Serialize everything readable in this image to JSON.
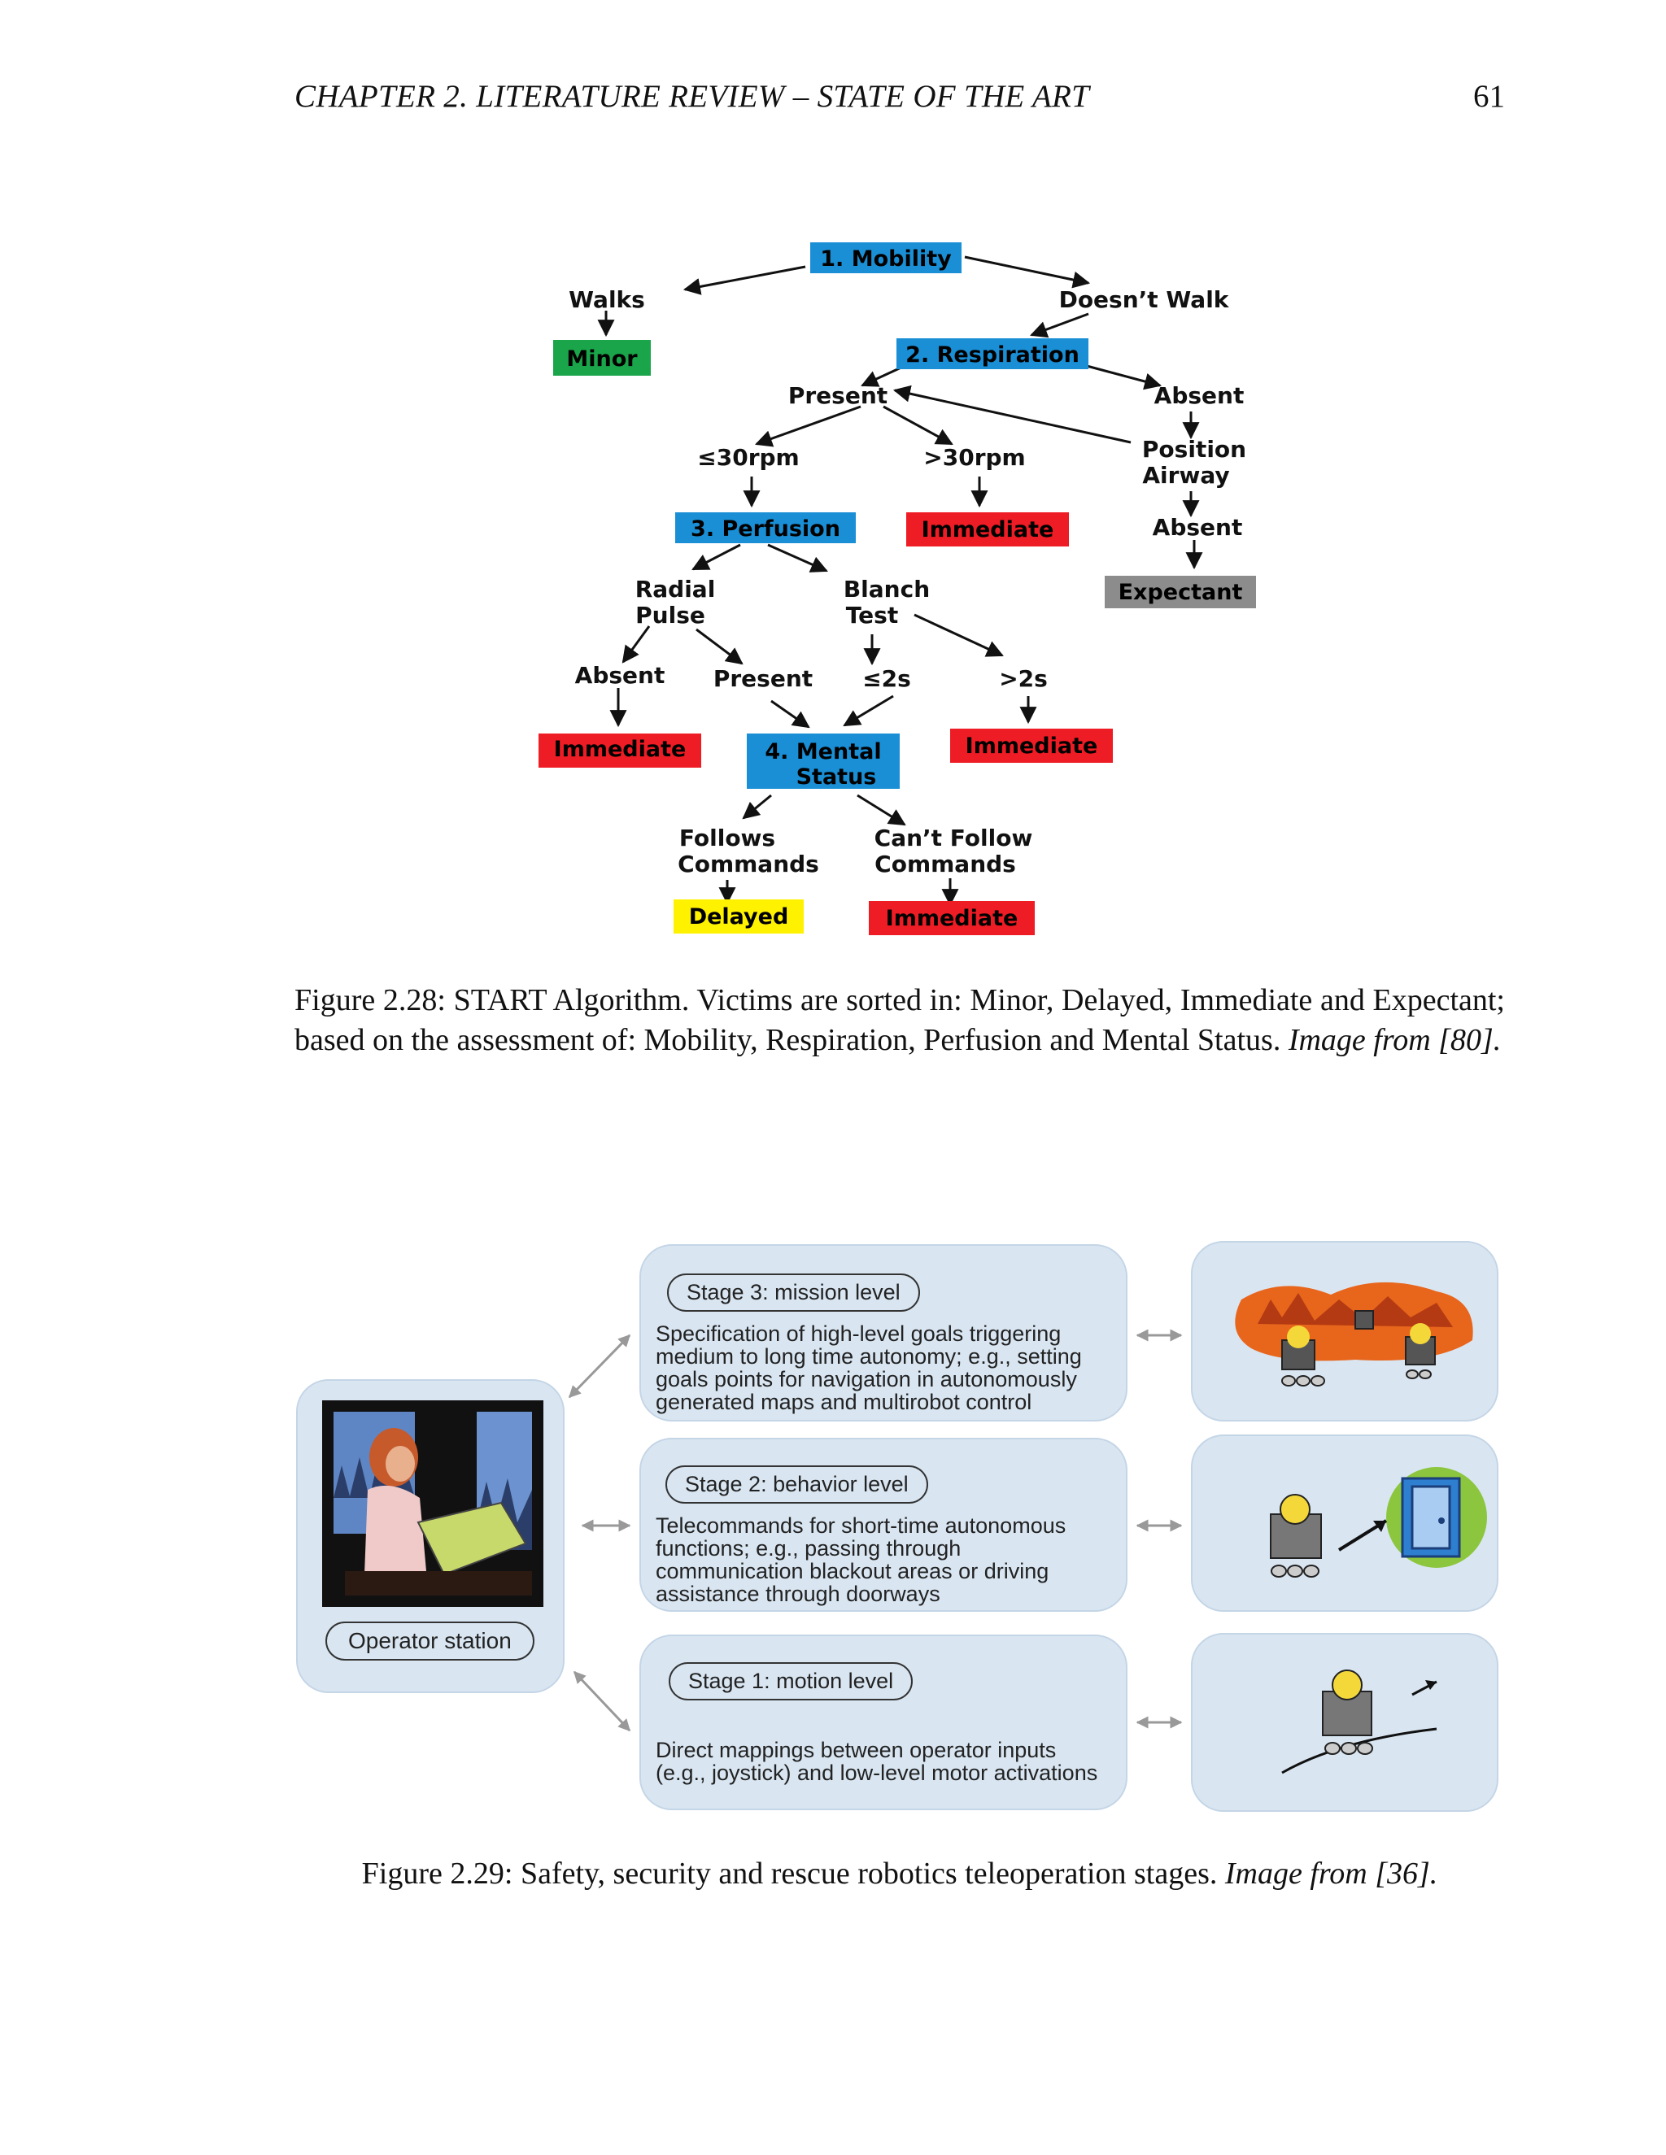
{
  "header": {
    "running_title": "CHAPTER 2.  LITERATURE REVIEW – STATE OF THE ART",
    "page_number": "61"
  },
  "figure1": {
    "nodes": {
      "mobility": "1. Mobility",
      "walks": "Walks",
      "doesnt_walk": "Doesn’t Walk",
      "minor": "Minor",
      "respiration": "2. Respiration",
      "present_resp": "Present",
      "absent_resp": "Absent",
      "le30": "≤30rpm",
      "gt30": ">30rpm",
      "position_1": "Position",
      "position_2": "Airway",
      "absent_after_airway": "Absent",
      "perfusion": "3. Perfusion",
      "immediate_resp": "Immediate",
      "expectant": "Expectant",
      "radial_1": "Radial",
      "radial_2": "Pulse",
      "blanch_1": "Blanch",
      "blanch_2": "Test",
      "absent_pulse": "Absent",
      "present_pulse": "Present",
      "le2s": "≤2s",
      "gt2s": ">2s",
      "immediate_pulse": "Immediate",
      "mental_1": "4. Mental",
      "mental_2": "Status",
      "immediate_blanch": "Immediate",
      "follows_1": "Follows",
      "follows_2": "Commands",
      "cant_1": "Can’t Follow",
      "cant_2": "Commands",
      "delayed": "Delayed",
      "immediate_mental": "Immediate"
    },
    "colors": {
      "assessment": "#1a8fd6",
      "minor": "#1aa54a",
      "immediate": "#ee1c24",
      "expectant": "#8c8c8c",
      "delayed": "#fff200"
    },
    "caption_main": "Figure 2.28: START Algorithm. Victims are sorted in: Minor, Delayed, Immediate and Expectant; based on the assessment of: Mobility, Respiration, Perfusion and Mental Status.",
    "caption_ref": "Image from [80]."
  },
  "figure2": {
    "operator_station": "Operator station",
    "stages": [
      {
        "tag": "Stage 3: mission level",
        "desc": [
          "Specification of high-level goals triggering",
          "medium to long time autonomy; e.g., setting",
          "goals points for navigation in autonomously",
          "generated maps and multirobot control"
        ]
      },
      {
        "tag": "Stage 2: behavior level",
        "desc": [
          "Telecommands for short-time autonomous",
          "functions; e.g., passing through",
          "communication blackout areas or driving",
          "assistance through doorways"
        ]
      },
      {
        "tag": "Stage 1: motion level",
        "desc": [
          "Direct mappings between operator inputs",
          "(e.g., joystick) and low-level motor activations"
        ]
      }
    ],
    "colors": {
      "panel": "#d9e6f2",
      "arrow": "#999999"
    },
    "caption_main": "Figure 2.29: Safety, security and rescue robotics teleoperation stages.",
    "caption_ref": "Image from [36]."
  }
}
